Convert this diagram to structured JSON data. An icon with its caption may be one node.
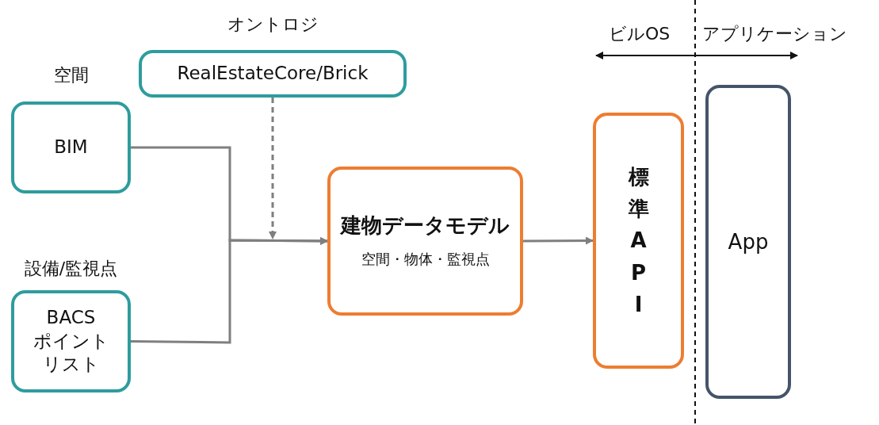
{
  "diagram": {
    "nodes": [
      {
        "text": [
          "オントロジ",
          "RealEstateCore/Brick"
        ]
      },
      {
        "text": [
          "空間",
          "BIM"
        ]
      },
      {
        "text": [
          "設備/監視点",
          "BACSポイントリスト"
        ]
      },
      {
        "text": [
          "建物データモデル",
          "空間・物体・監視点"
        ]
      },
      {
        "text": [
          "標準API"
        ]
      },
      {
        "text": [
          "App"
        ]
      }
    ],
    "edges": [
      {
        "from": 1,
        "to": 3,
        "arrow": "to"
      },
      {
        "from": 2,
        "to": 3,
        "arrow": "to"
      },
      {
        "from": 0,
        "to": 3,
        "arrow": "to",
        "style": "dashed"
      },
      {
        "from": 3,
        "to": 4,
        "arrow": "to"
      }
    ],
    "labels": [
      "ビルOS",
      "アプリケーション"
    ]
  }
}
